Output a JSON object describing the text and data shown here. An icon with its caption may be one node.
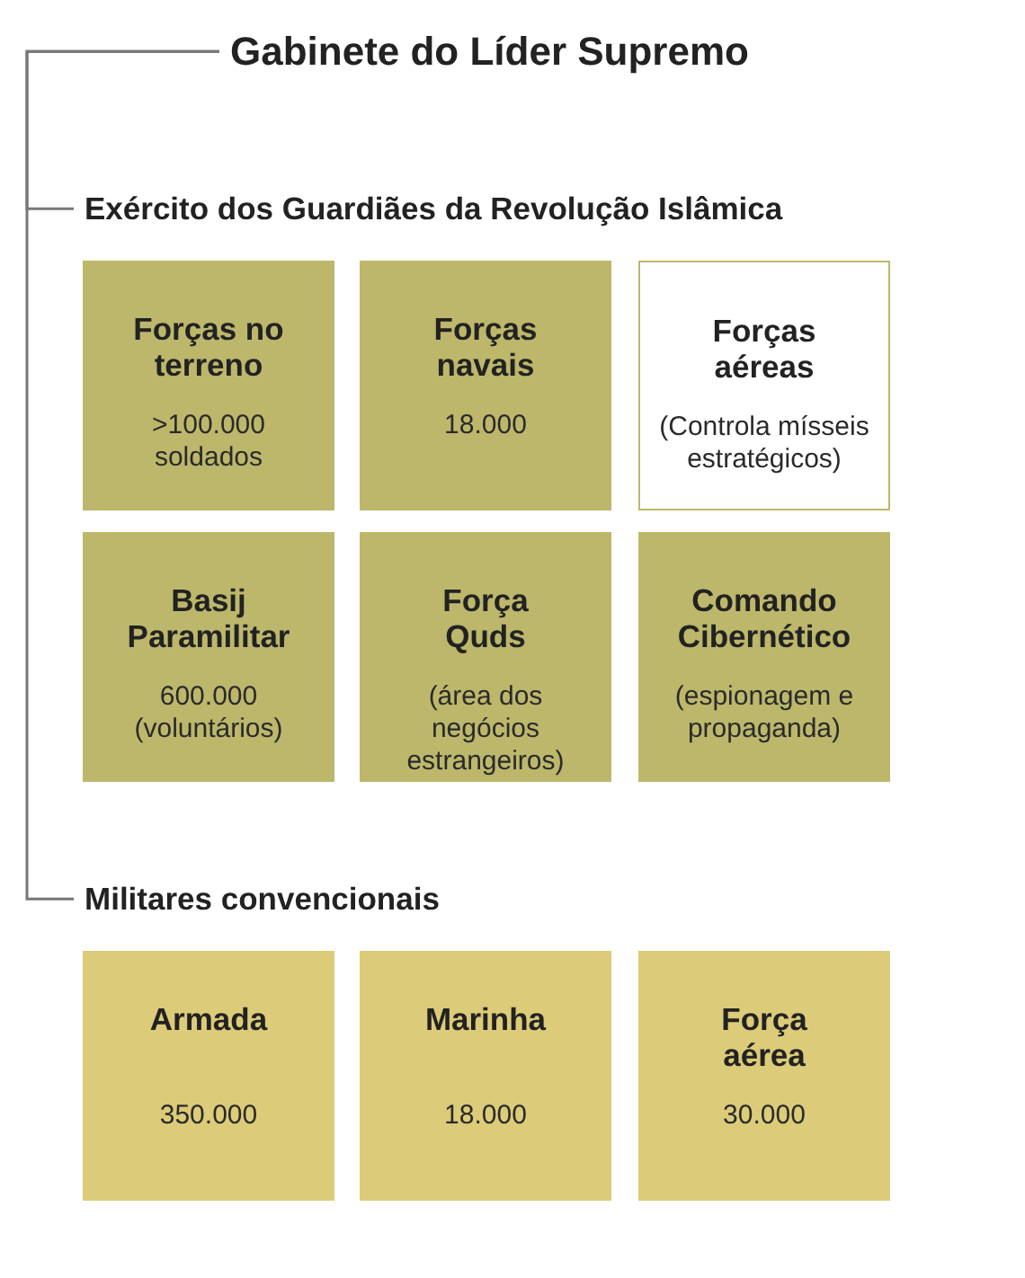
{
  "diagram": {
    "nodes": [
      {
        "text": [
          "Gabinete do Líder Supremo"
        ]
      },
      {
        "text": [
          "Exército dos Guardiães da Revolução Islâmica"
        ]
      },
      {
        "text": [
          "Forças no terreno",
          ">100.000 soldados"
        ]
      },
      {
        "text": [
          "Forças navais",
          "18.000"
        ]
      },
      {
        "text": [
          "Forças aéreas",
          "(Controla mísseis estratégicos)"
        ]
      },
      {
        "text": [
          "Basij Paramilitar",
          "600.000 (voluntários)"
        ]
      },
      {
        "text": [
          "Força Quds",
          "(área dos negócios estrangeiros)"
        ]
      },
      {
        "text": [
          "Comando Cibernético",
          "(espionagem e propaganda)"
        ]
      },
      {
        "text": [
          "Militares convencionais"
        ]
      },
      {
        "text": [
          "Armada",
          "350.000"
        ]
      },
      {
        "text": [
          "Marinha",
          "18.000"
        ]
      },
      {
        "text": [
          "Força aérea",
          "30.000"
        ]
      }
    ],
    "edges": [
      {
        "from": 0,
        "to": 1,
        "arrow": "none"
      },
      {
        "from": 0,
        "to": 8,
        "arrow": "none"
      }
    ]
  }
}
